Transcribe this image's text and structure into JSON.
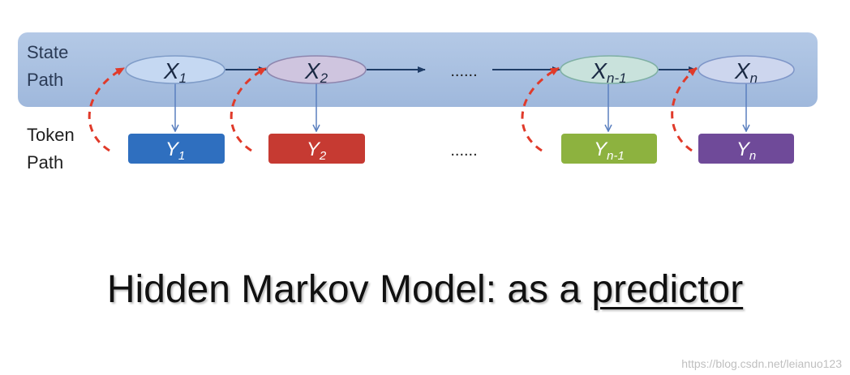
{
  "labels": {
    "state": [
      "State",
      "Path"
    ],
    "token": [
      "Token",
      "Path"
    ]
  },
  "states": [
    {
      "base": "X",
      "sub": "1",
      "fill": "#c5d8f2"
    },
    {
      "base": "X",
      "sub": "2",
      "fill": "#cfc5df"
    },
    {
      "base": "X",
      "sub": "n-1",
      "fill": "#c9e2dc"
    },
    {
      "base": "X",
      "sub": "n",
      "fill": "#cdd6ee"
    }
  ],
  "tokens": [
    {
      "base": "Y",
      "sub": "1",
      "fill": "#2f6fbf"
    },
    {
      "base": "Y",
      "sub": "2",
      "fill": "#c63a32"
    },
    {
      "base": "Y",
      "sub": "n-1",
      "fill": "#8db23f"
    },
    {
      "base": "Y",
      "sub": "n",
      "fill": "#6f4a99"
    }
  ],
  "ellipsis": "......",
  "title": {
    "prefix": "Hidden Markov Model: as a ",
    "emphasis": "predictor"
  },
  "watermark": "https://blog.csdn.net/leianuo123",
  "colors": {
    "band": "#a9c0e0",
    "arrow": "#1f3c66",
    "emission": "#5a7fbf",
    "dashed": "#e03a2a"
  }
}
